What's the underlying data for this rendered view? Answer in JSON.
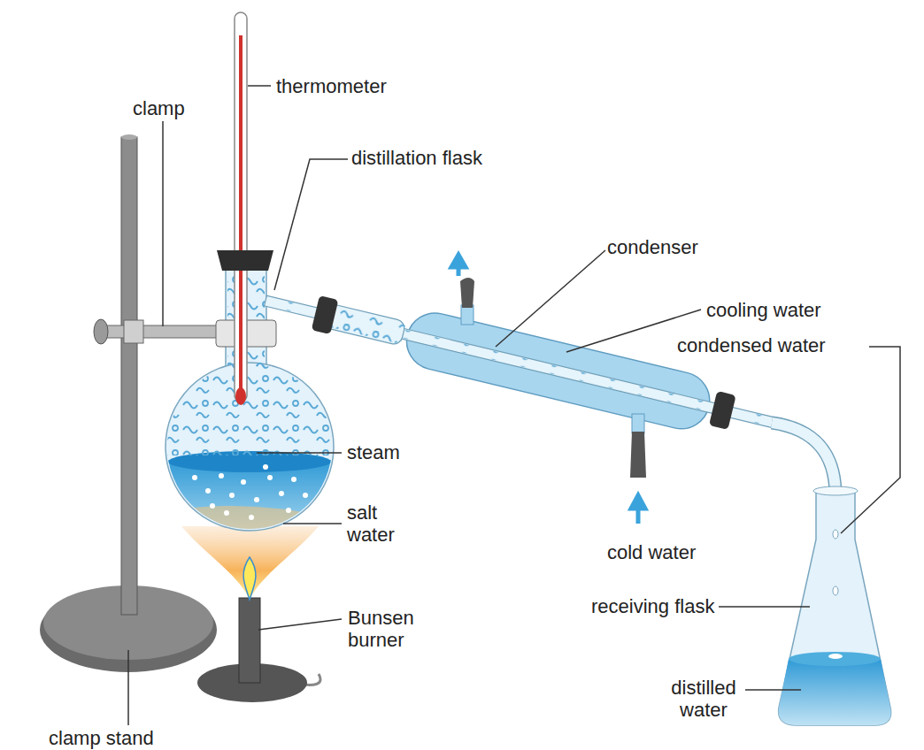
{
  "diagram": {
    "labels": [
      "thermometer",
      "clamp",
      "distillation flask",
      "condenser",
      "cooling water",
      "condensed water",
      "steam",
      "salt water",
      "receiving flask",
      "cold water",
      "Bunsen burner",
      "distilled water",
      "clamp stand"
    ]
  }
}
